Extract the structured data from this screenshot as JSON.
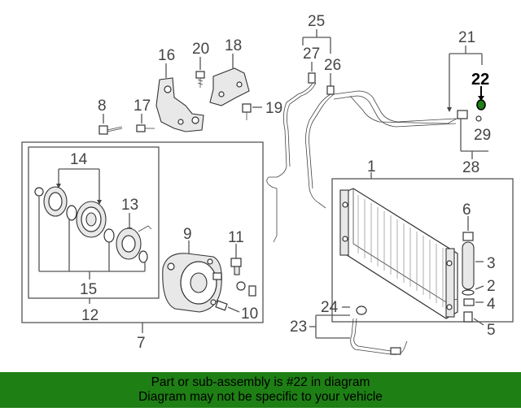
{
  "callouts": {
    "c1": "1",
    "c2": "2",
    "c3": "3",
    "c4": "4",
    "c5": "5",
    "c6": "6",
    "c7": "7",
    "c8": "8",
    "c9": "9",
    "c10": "10",
    "c11": "11",
    "c12": "12",
    "c13": "13",
    "c14": "14",
    "c15": "15",
    "c16": "16",
    "c17": "17",
    "c18": "18",
    "c19": "19",
    "c20": "20",
    "c21": "21",
    "c22": "22",
    "c23": "23",
    "c24": "24",
    "c25": "25",
    "c26": "26",
    "c27": "27",
    "c28": "28",
    "c29": "29"
  },
  "highlighted_part": "22",
  "highlight_color": "#1e7f14",
  "banner": {
    "line1": "Part or sub-assembly is #22 in diagram",
    "line2": "Diagram may not be specific to your vehicle",
    "background": "#1e7f14"
  }
}
